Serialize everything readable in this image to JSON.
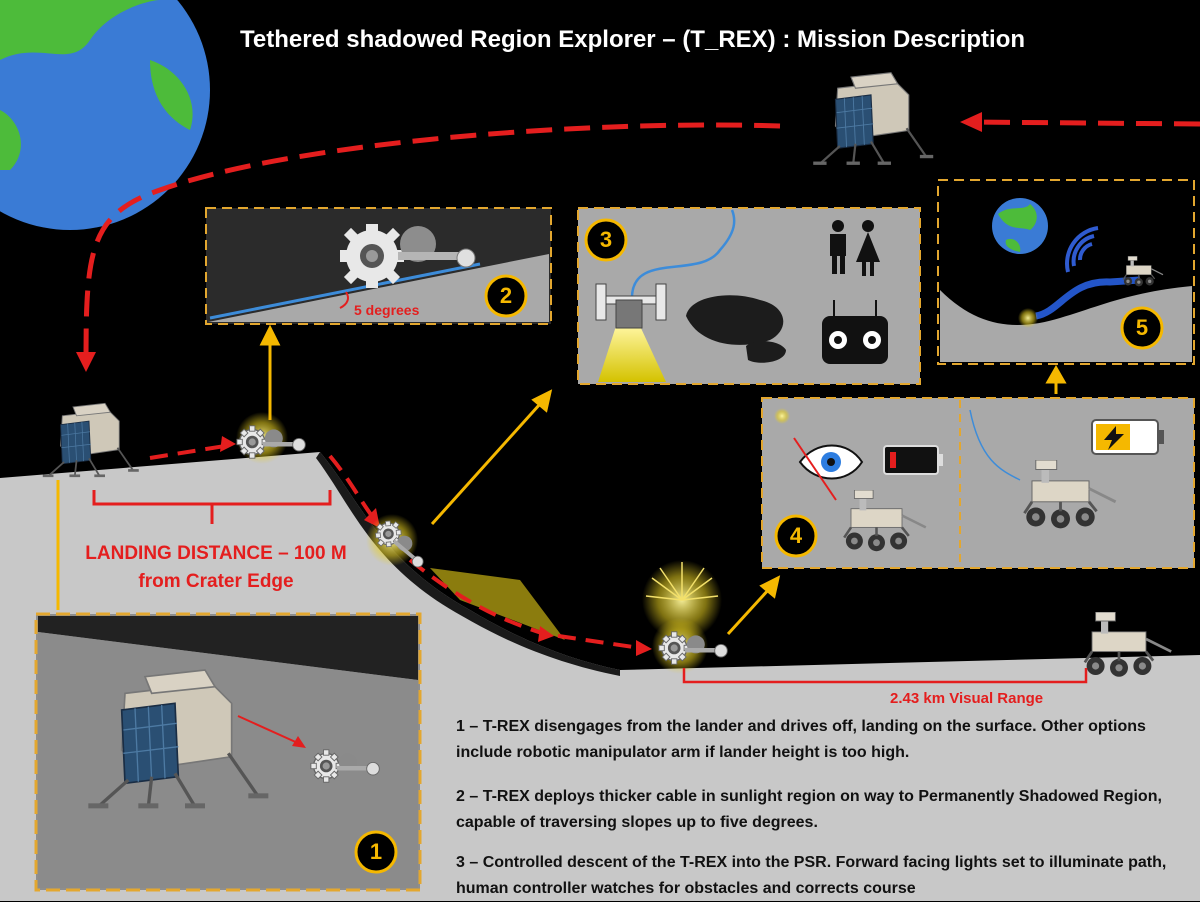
{
  "title": "Tethered shadowed Region Explorer – (T_REX) : Mission Description",
  "labels": {
    "landing_distance_line1": "LANDING DISTANCE – 100 M",
    "landing_distance_line2": "from Crater Edge",
    "slope": "5 degrees",
    "visual_range": "2.43 km Visual Range"
  },
  "steps": [
    "1",
    "2",
    "3",
    "4",
    "5"
  ],
  "descriptions": [
    "1 – T-REX disengages from the lander and drives off, landing on the surface. Other options include robotic manipulator arm if lander height is too high.",
    "2 – T-REX deploys thicker cable in sunlight region on way to Permanently Shadowed Region, capable of traversing slopes up to five degrees.",
    "3 – Controlled descent of the T-REX into the PSR. Forward facing lights set to illuminate path, human controller watches for obstacles and corrects course"
  ],
  "colors": {
    "background": "#000000",
    "ground": "#c8c8c8",
    "path_red": "#e41e1e",
    "panel_border": "#e3a72f",
    "arrow_yellow": "#f5b800",
    "panel_fill": "#a9a9a9",
    "earth_blue": "#3a7bd5",
    "earth_green": "#4dbb3a"
  },
  "icons": [
    "earth-icon",
    "lander-icon",
    "trex-rover-icon",
    "gear-icon",
    "eye-icon",
    "battery-low-icon",
    "battery-charging-icon",
    "people-icon",
    "controller-icon",
    "signal-icon",
    "rocks-icon",
    "mars-rover-icon"
  ]
}
